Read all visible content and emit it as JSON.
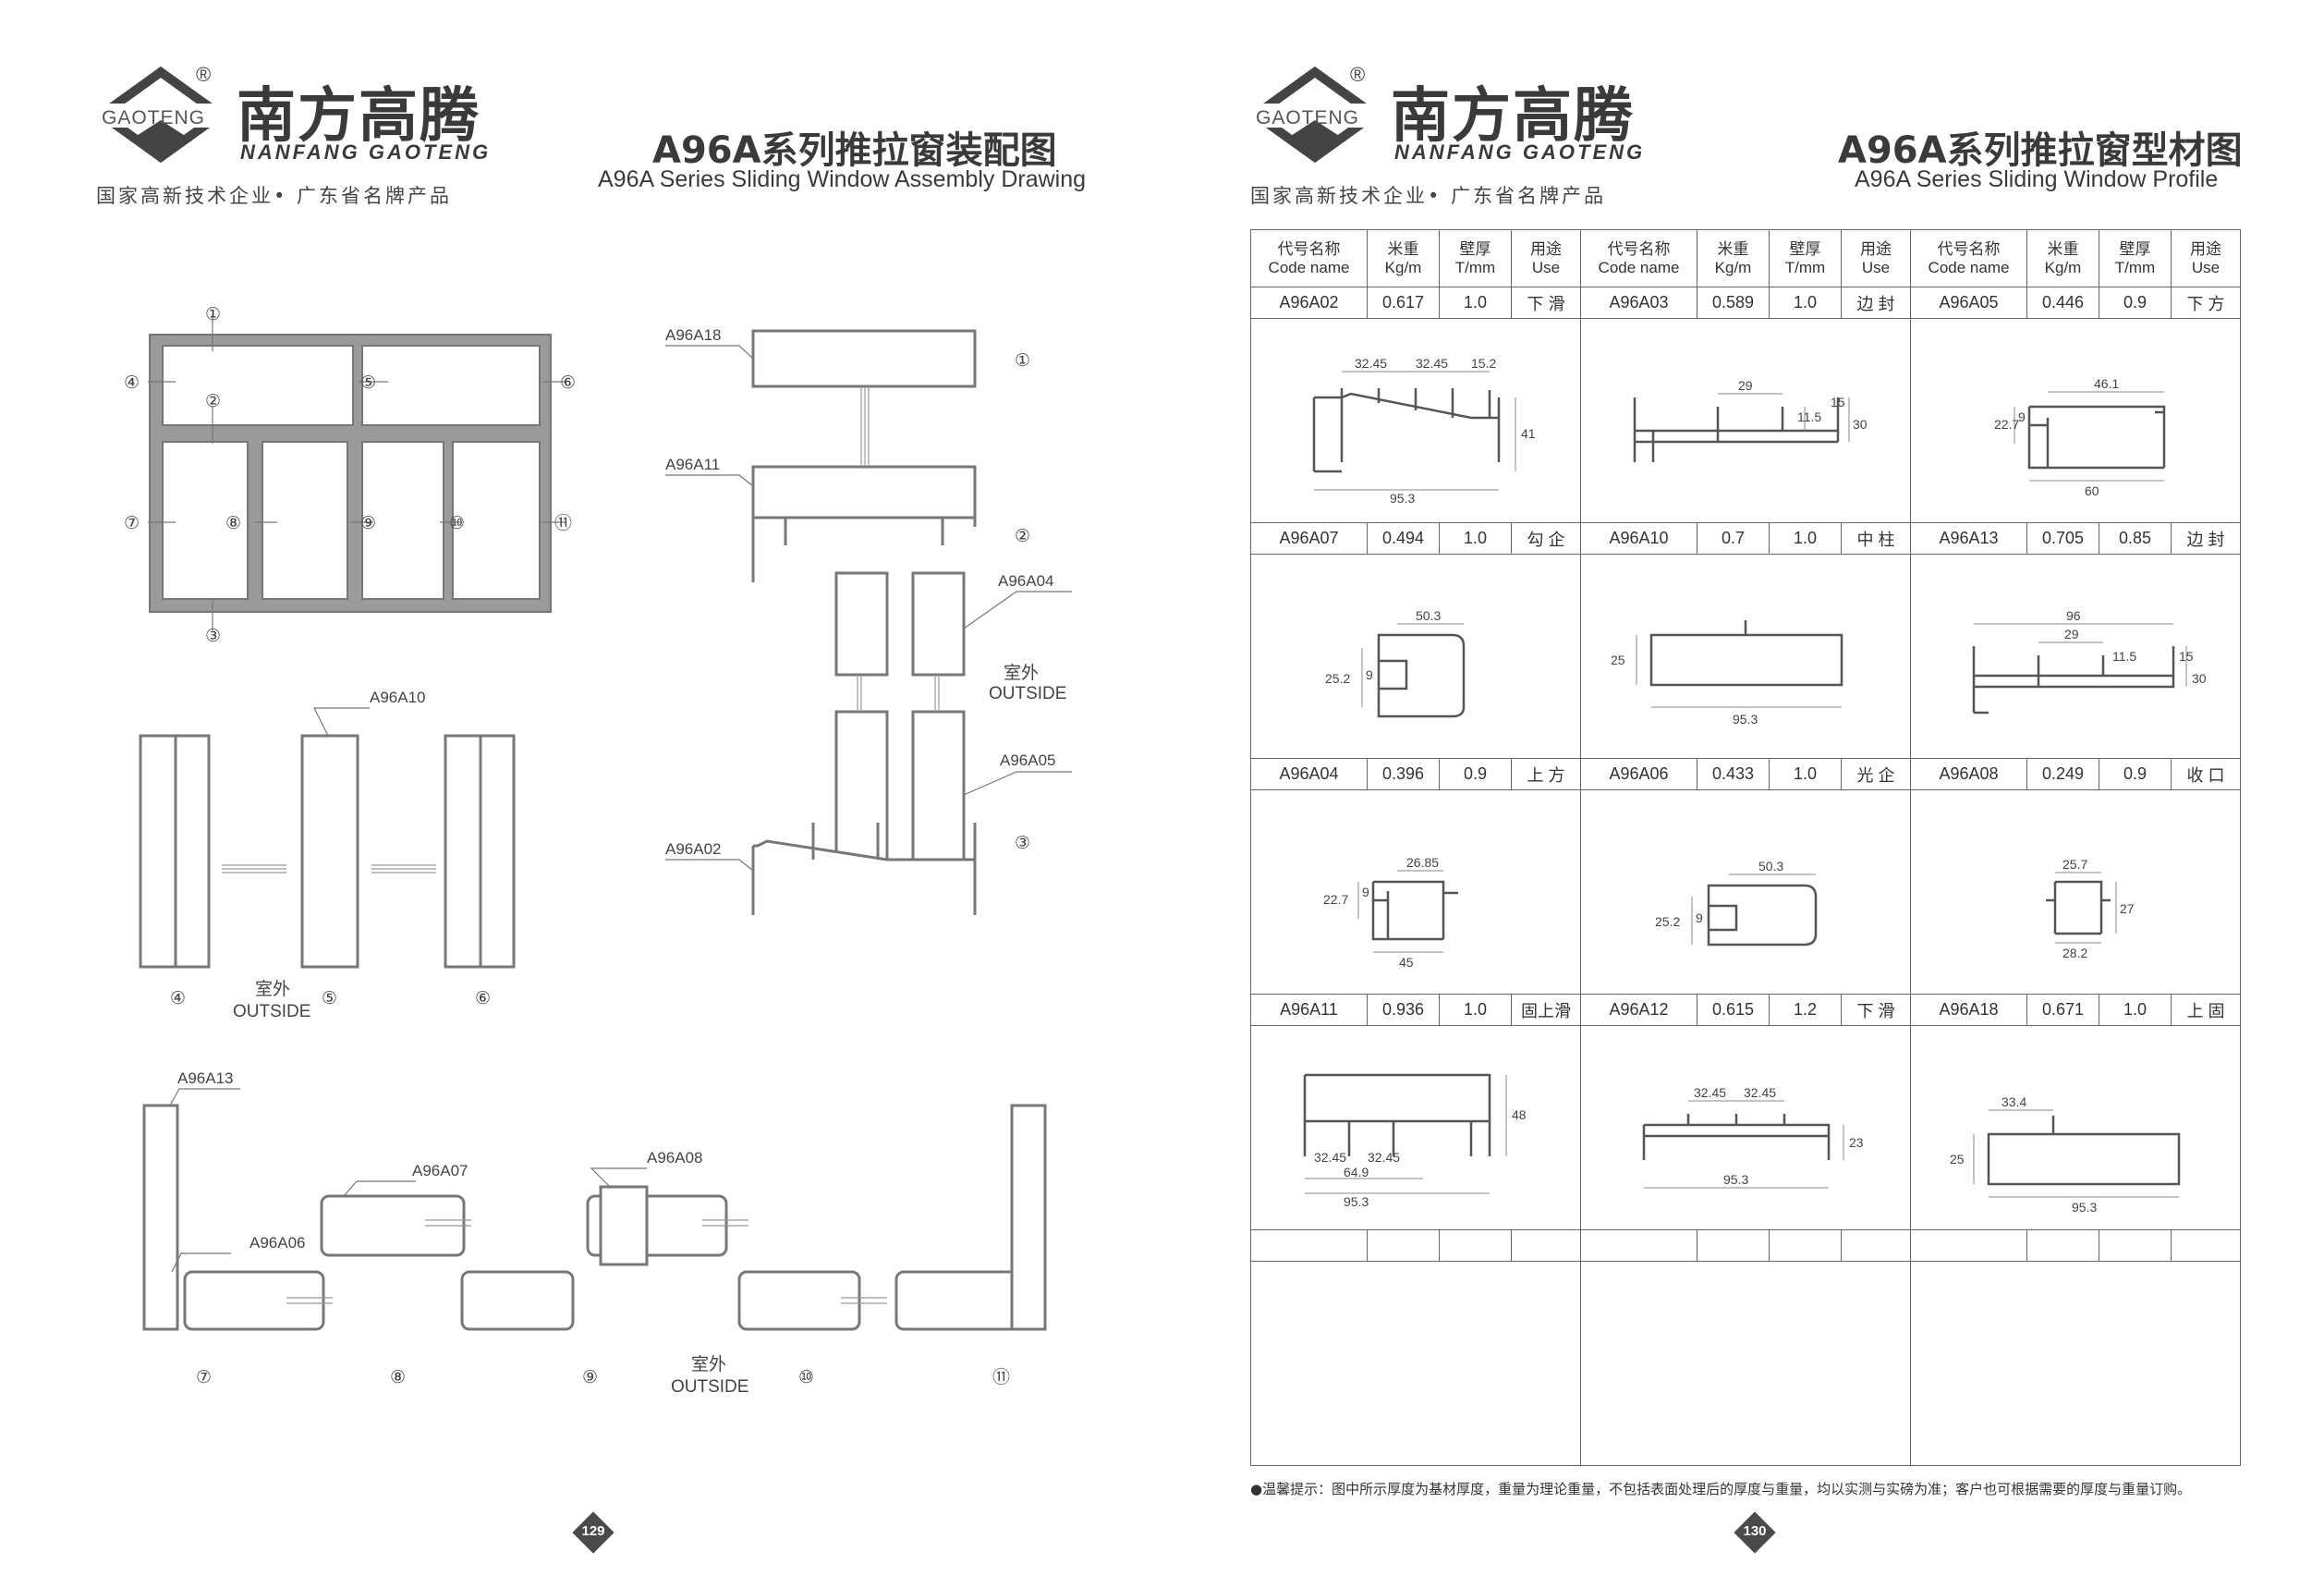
{
  "brand": {
    "name_cn": "南方高腾",
    "name_en": "NANFANG GAOTENG",
    "mark_text": "GAOTENG",
    "registered": "®",
    "slogan": "国家高新技术企业• 广东省名牌产品"
  },
  "left_page": {
    "title_cn": "A96A系列推拉窗装配图",
    "title_en": "A96A Series Sliding Window Assembly Drawing",
    "page_number": "129",
    "callouts": [
      "①",
      "②",
      "③",
      "④",
      "⑤",
      "⑥",
      "⑦",
      "⑧",
      "⑨",
      "⑩",
      "⑪"
    ],
    "outside_cn": "室外",
    "outside_en": "OUTSIDE",
    "profile_labels": {
      "a18": "A96A18",
      "a11": "A96A11",
      "a04": "A96A04",
      "a05": "A96A05",
      "a02": "A96A02",
      "a10": "A96A10",
      "a13": "A96A13",
      "a07": "A96A07",
      "a08": "A96A08",
      "a06": "A96A06"
    }
  },
  "right_page": {
    "title_cn": "A96A系列推拉窗型材图",
    "title_en": "A96A Series Sliding Window Profile",
    "page_number": "130",
    "table_header": [
      {
        "code": "代号名称",
        "code_en": "Code name",
        "weight": "米重",
        "weight_en": "Kg/m",
        "thick": "壁厚",
        "thick_en": "T/mm",
        "use": "用途",
        "use_en": "Use"
      },
      {
        "code": "代号名称",
        "code_en": "Code name",
        "weight": "米重",
        "weight_en": "Kg/m",
        "thick": "壁厚",
        "thick_en": "T/mm",
        "use": "用途",
        "use_en": "Use"
      },
      {
        "code": "代号名称",
        "code_en": "Code name",
        "weight": "米重",
        "weight_en": "Kg/m",
        "thick": "壁厚",
        "thick_en": "T/mm",
        "use": "用途",
        "use_en": "Use"
      }
    ],
    "rows": [
      [
        {
          "code": "A96A02",
          "weight": "0.617",
          "thick": "1.0",
          "use": "下 滑"
        },
        {
          "code": "A96A03",
          "weight": "0.589",
          "thick": "1.0",
          "use": "边 封"
        },
        {
          "code": "A96A05",
          "weight": "0.446",
          "thick": "0.9",
          "use": "下 方"
        }
      ],
      [
        {
          "code": "A96A07",
          "weight": "0.494",
          "thick": "1.0",
          "use": "勾 企"
        },
        {
          "code": "A96A10",
          "weight": "0.7",
          "thick": "1.0",
          "use": "中 柱"
        },
        {
          "code": "A96A13",
          "weight": "0.705",
          "thick": "0.85",
          "use": "边 封"
        }
      ],
      [
        {
          "code": "A96A04",
          "weight": "0.396",
          "thick": "0.9",
          "use": "上 方"
        },
        {
          "code": "A96A06",
          "weight": "0.433",
          "thick": "1.0",
          "use": "光 企"
        },
        {
          "code": "A96A08",
          "weight": "0.249",
          "thick": "0.9",
          "use": "收 口"
        }
      ],
      [
        {
          "code": "A96A11",
          "weight": "0.936",
          "thick": "1.0",
          "use": "固上滑"
        },
        {
          "code": "A96A12",
          "weight": "0.615",
          "thick": "1.2",
          "use": "下 滑"
        },
        {
          "code": "A96A18",
          "weight": "0.671",
          "thick": "1.0",
          "use": "上 固"
        }
      ]
    ],
    "dims": {
      "a02": [
        "32.45",
        "32.45",
        "15.2",
        "41",
        "95.3"
      ],
      "a03": [
        "29",
        "11.5",
        "15",
        "30"
      ],
      "a05": [
        "46.1",
        "22.7",
        "9",
        "60"
      ],
      "a07": [
        "50.3",
        "25.2",
        "9"
      ],
      "a10": [
        "25",
        "95.3"
      ],
      "a13": [
        "96",
        "29",
        "11.5",
        "15",
        "30"
      ],
      "a04": [
        "26.85",
        "22.7",
        "9",
        "45"
      ],
      "a06": [
        "50.3",
        "25.2",
        "9"
      ],
      "a08": [
        "25.7",
        "27",
        "28.2"
      ],
      "a11": [
        "48",
        "32.45",
        "32.45",
        "64.9",
        "95.3"
      ],
      "a12": [
        "32.45",
        "32.45",
        "23",
        "95.3"
      ],
      "a18": [
        "33.4",
        "25",
        "95.3"
      ]
    },
    "footnote": "●温馨提示：图中所示厚度为基材厚度，重量为理论重量，不包括表面处理后的厚度与重量，均以实测与实磅为准；客户也可根据需要的厚度与重量订购。"
  }
}
